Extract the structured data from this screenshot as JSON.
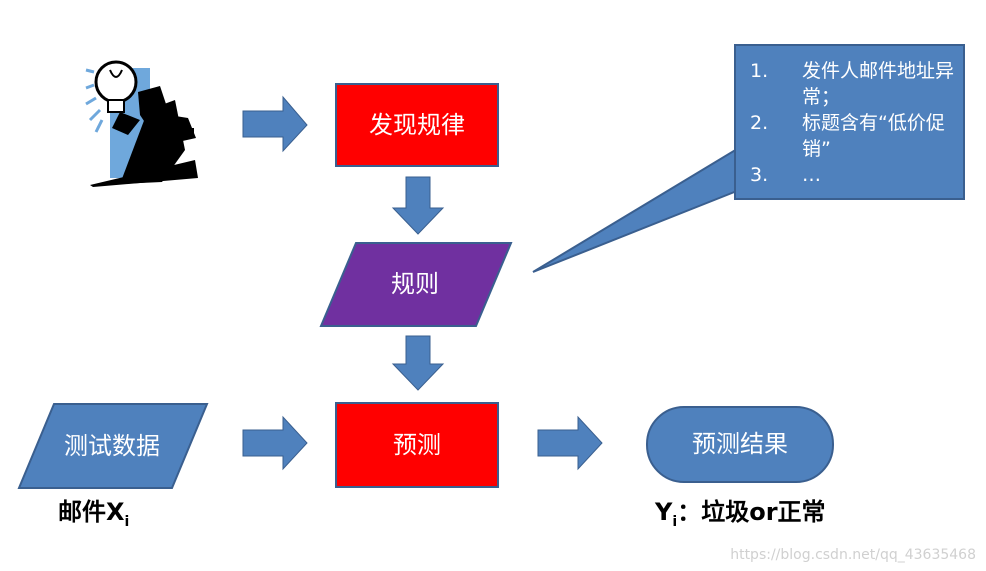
{
  "nodes": {
    "discover": "发现规律",
    "rules": "规则",
    "test_data": "测试数据",
    "predict": "预测",
    "result": "预测结果"
  },
  "callout": {
    "items": [
      {
        "num": "1.",
        "text": "发件人邮件地址异常；"
      },
      {
        "num": "2.",
        "text": "标题含有“低价促销”"
      },
      {
        "num": "3.",
        "text": "…"
      }
    ]
  },
  "captions": {
    "input_prefix": "邮件X",
    "input_sub": "i",
    "output_prefix": "Y",
    "output_sub": "i",
    "output_suffix": "：垃圾or正常"
  },
  "watermark": "https://blog.csdn.net/qq_43635468",
  "colors": {
    "arrow": "#4f81bd",
    "red_box": "#ff0000",
    "purple": "#7030a0",
    "blue": "#4f81bd",
    "border": "#3a5f8f"
  },
  "icons": [
    "businessman-lightbulb-icon"
  ]
}
